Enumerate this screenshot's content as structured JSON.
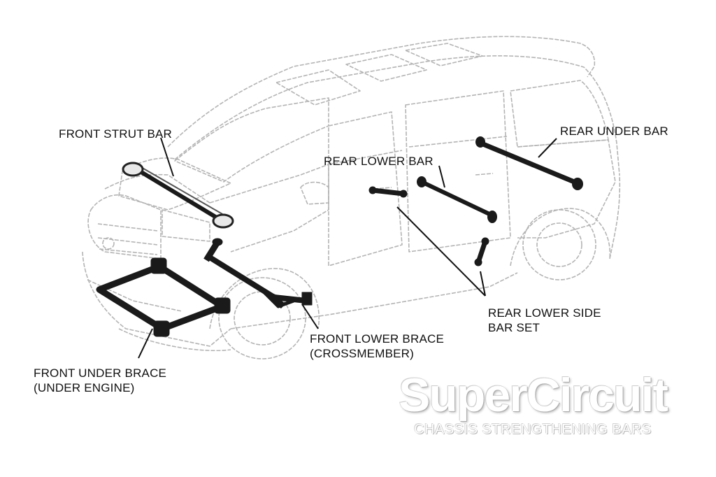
{
  "labels": {
    "front_strut_bar": "FRONT STRUT BAR",
    "rear_lower_bar": "REAR LOWER BAR",
    "rear_under_bar": "REAR UNDER BAR",
    "rear_lower_side_line1": "REAR LOWER SIDE",
    "rear_lower_side_line2": "BAR SET",
    "front_lower_brace_line1": "FRONT LOWER BRACE",
    "front_lower_brace_line2": "(CROSSMEMBER)",
    "front_under_brace_line1": "FRONT UNDER BRACE",
    "front_under_brace_line2": "(UNDER ENGINE)"
  },
  "branding": {
    "name": "SuperCircuit",
    "tagline": "CHASSIS STRENGTHENING BARS"
  },
  "colors": {
    "outline": "#b4b4b4",
    "bar": "#1a1a1a",
    "label_text": "#111111"
  }
}
